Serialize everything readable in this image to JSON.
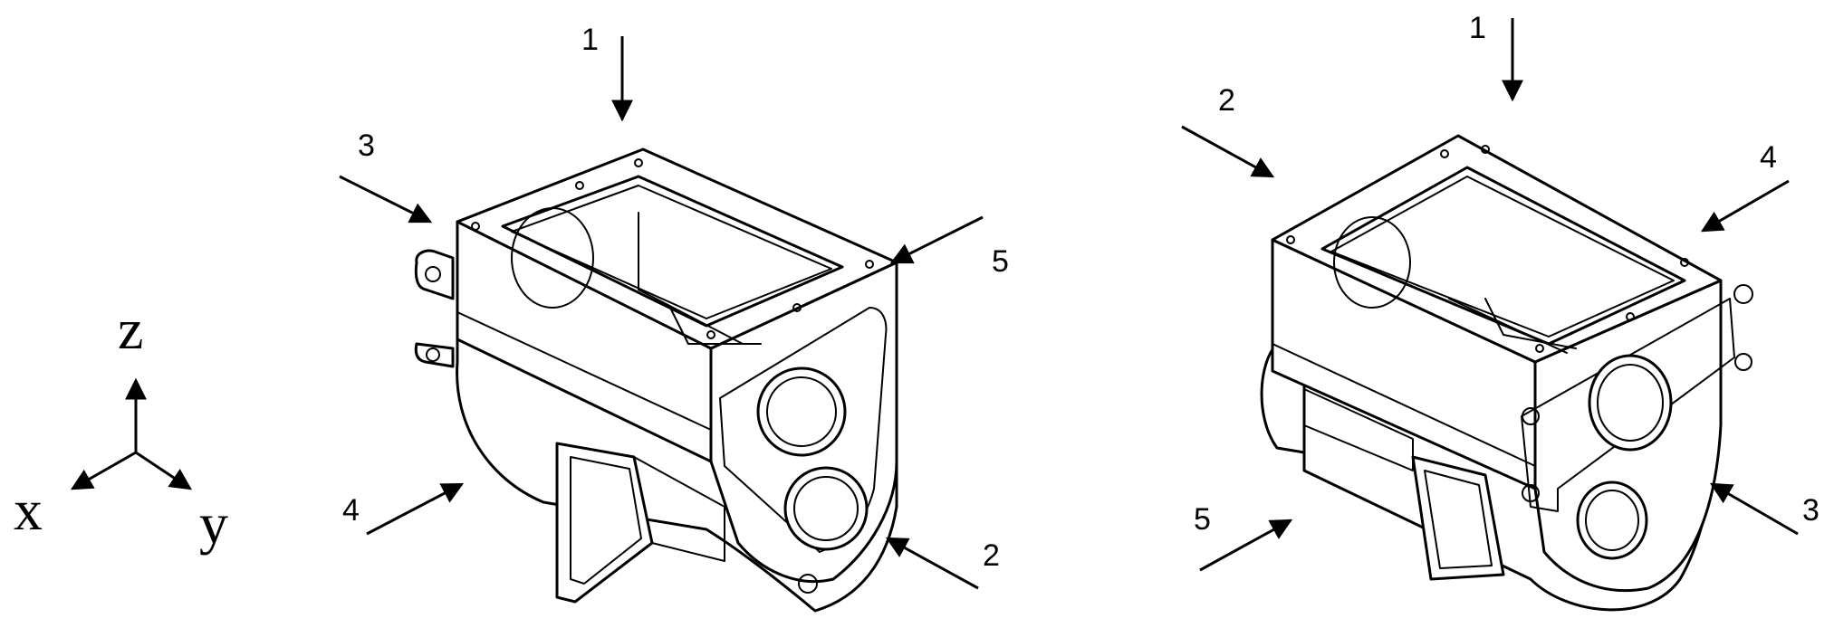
{
  "axes": {
    "labels": {
      "z": "z",
      "x": "x",
      "y": "y"
    }
  },
  "views": [
    {
      "name": "left-housing-view",
      "arrow_labels": [
        "1",
        "3",
        "5",
        "4",
        "2"
      ]
    },
    {
      "name": "right-housing-view",
      "arrow_labels": [
        "1",
        "2",
        "4",
        "5",
        "3"
      ]
    }
  ],
  "colors": {
    "ink": "#000000",
    "background": "#ffffff"
  }
}
